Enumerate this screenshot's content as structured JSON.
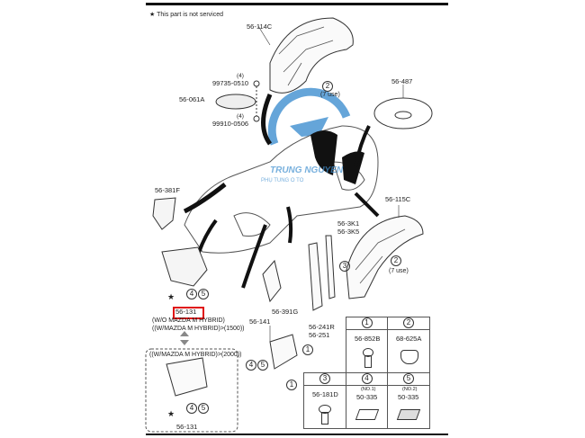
{
  "note": "★ This part is not serviced",
  "labels": {
    "p114c": "56-114C",
    "p061a": "56-061A",
    "b1q": "(4)",
    "b1": "99735-0510",
    "b2q": "(4)",
    "b2": "99910-0506",
    "use1": "(7 use)",
    "c2a": "2",
    "p487": "56-487",
    "p381f": "56-381F",
    "p115c": "56-115C",
    "use2": "(7 use)",
    "c2b": "2",
    "p3k1": "56-3K1",
    "p3k5": "56-3K5",
    "c3": "3",
    "p131": "56-131",
    "wo": "(W/O MAZDA M HYBRID)",
    "w1500": "((W/MAZDA M HYBRID)>(1500))",
    "w2000": "((W/MAZDA M HYBRID)>(2000))",
    "p131b": "56-131",
    "p141": "56-141",
    "p391g": "56-391G",
    "p241r": "56-241R",
    "p251": "56-251",
    "c4": "4",
    "c5": "5",
    "c1": "1"
  },
  "watermark": {
    "title": "TRUNG NGUYEN",
    "sub": "PHỤ TÙNG Ô TÔ"
  },
  "parts_table": [
    {
      "no": "1",
      "part": "56-852B",
      "sub": ""
    },
    {
      "no": "2",
      "part": "68-625A",
      "sub": ""
    },
    {
      "no": "3",
      "part": "56-181D",
      "sub": ""
    },
    {
      "no": "4",
      "part": "50-335",
      "sub": "(NO.1)"
    },
    {
      "no": "5",
      "part": "50-335",
      "sub": "(NO.2)"
    }
  ],
  "colors": {
    "highlight": "#e01010",
    "wm_blue": "#3f8fd0",
    "wm_orange": "#f0a050"
  }
}
